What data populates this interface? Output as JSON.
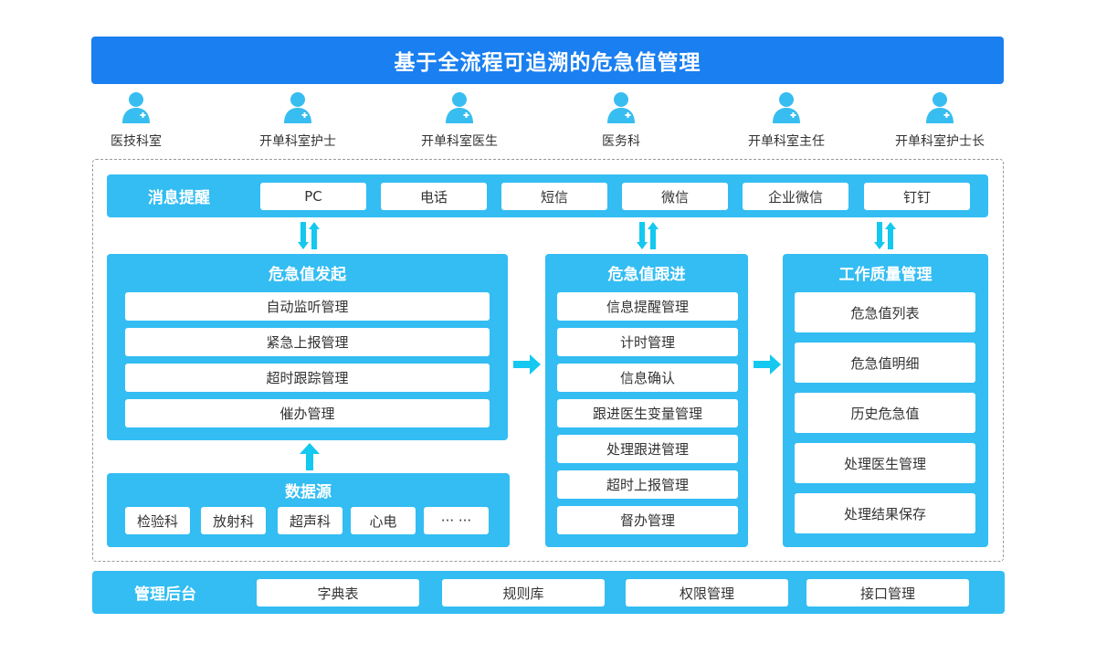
{
  "title": "基于全流程可追溯的危急值管理",
  "roles": [
    "医技科室",
    "开单科室护士",
    "开单科室医生",
    "医务科",
    "开单科室主任",
    "开单科室护士长"
  ],
  "message_bar": {
    "label": "消息提醒",
    "channels": [
      "PC",
      "电话",
      "短信",
      "微信",
      "企业微信",
      "钉钉"
    ]
  },
  "initiate_panel": {
    "title": "危急值发起",
    "items": [
      "自动监听管理",
      "紧急上报管理",
      "超时跟踪管理",
      "催办管理"
    ]
  },
  "data_source_panel": {
    "title": "数据源",
    "items": [
      "检验科",
      "放射科",
      "超声科",
      "心电",
      "··· ···"
    ]
  },
  "follow_panel": {
    "title": "危急值跟进",
    "items": [
      "信息提醒管理",
      "计时管理",
      "信息确认",
      "跟进医生变量管理",
      "处理跟进管理",
      "超时上报管理",
      "督办管理"
    ]
  },
  "quality_panel": {
    "title": "工作质量管理",
    "items": [
      "危急值列表",
      "危急值明细",
      "历史危急值",
      "处理医生管理",
      "处理结果保存"
    ]
  },
  "admin_bar": {
    "label": "管理后台",
    "items": [
      "字典表",
      "规则库",
      "权限管理",
      "接口管理"
    ]
  },
  "colors": {
    "title_blue": "#1a7ff0",
    "panel_blue": "#33bdf2",
    "icon_blue": "#38bdf0",
    "arrow_cyan": "#14c8ef"
  },
  "icons": {
    "role": "doctor-icon",
    "bidirectional": "bidirectional-arrow-icon",
    "right": "right-arrow-icon",
    "up": "up-arrow-icon"
  }
}
